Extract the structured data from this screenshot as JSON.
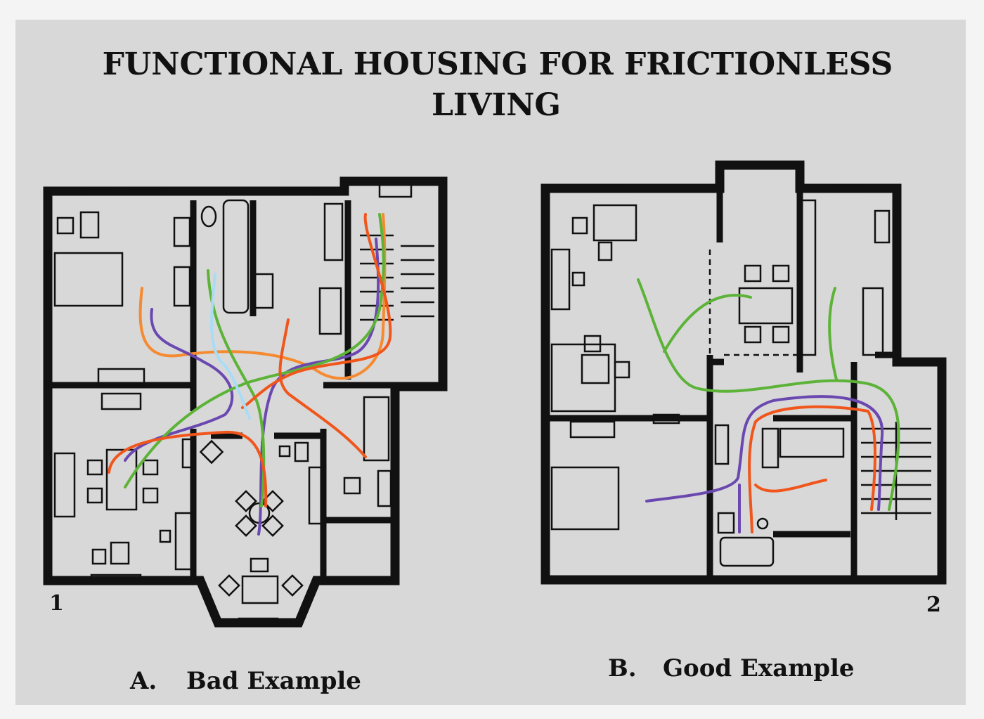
{
  "title_line1": "FUNCTIONAL HOUSING FOR FRICTIONLESS",
  "title_line2": "LIVING",
  "plan_a": {
    "number": "1",
    "letter": "A.",
    "caption": "Bad Example"
  },
  "plan_b": {
    "number": "2",
    "letter": "B.",
    "caption": "Good Example"
  },
  "colors": {
    "background": "#d8d8d8",
    "orange": "#f0561c",
    "light_orange": "#f58a30",
    "green": "#5cb338",
    "purple": "#6a48b0",
    "light_blue": "#a9dcf5",
    "ink": "#111111"
  }
}
